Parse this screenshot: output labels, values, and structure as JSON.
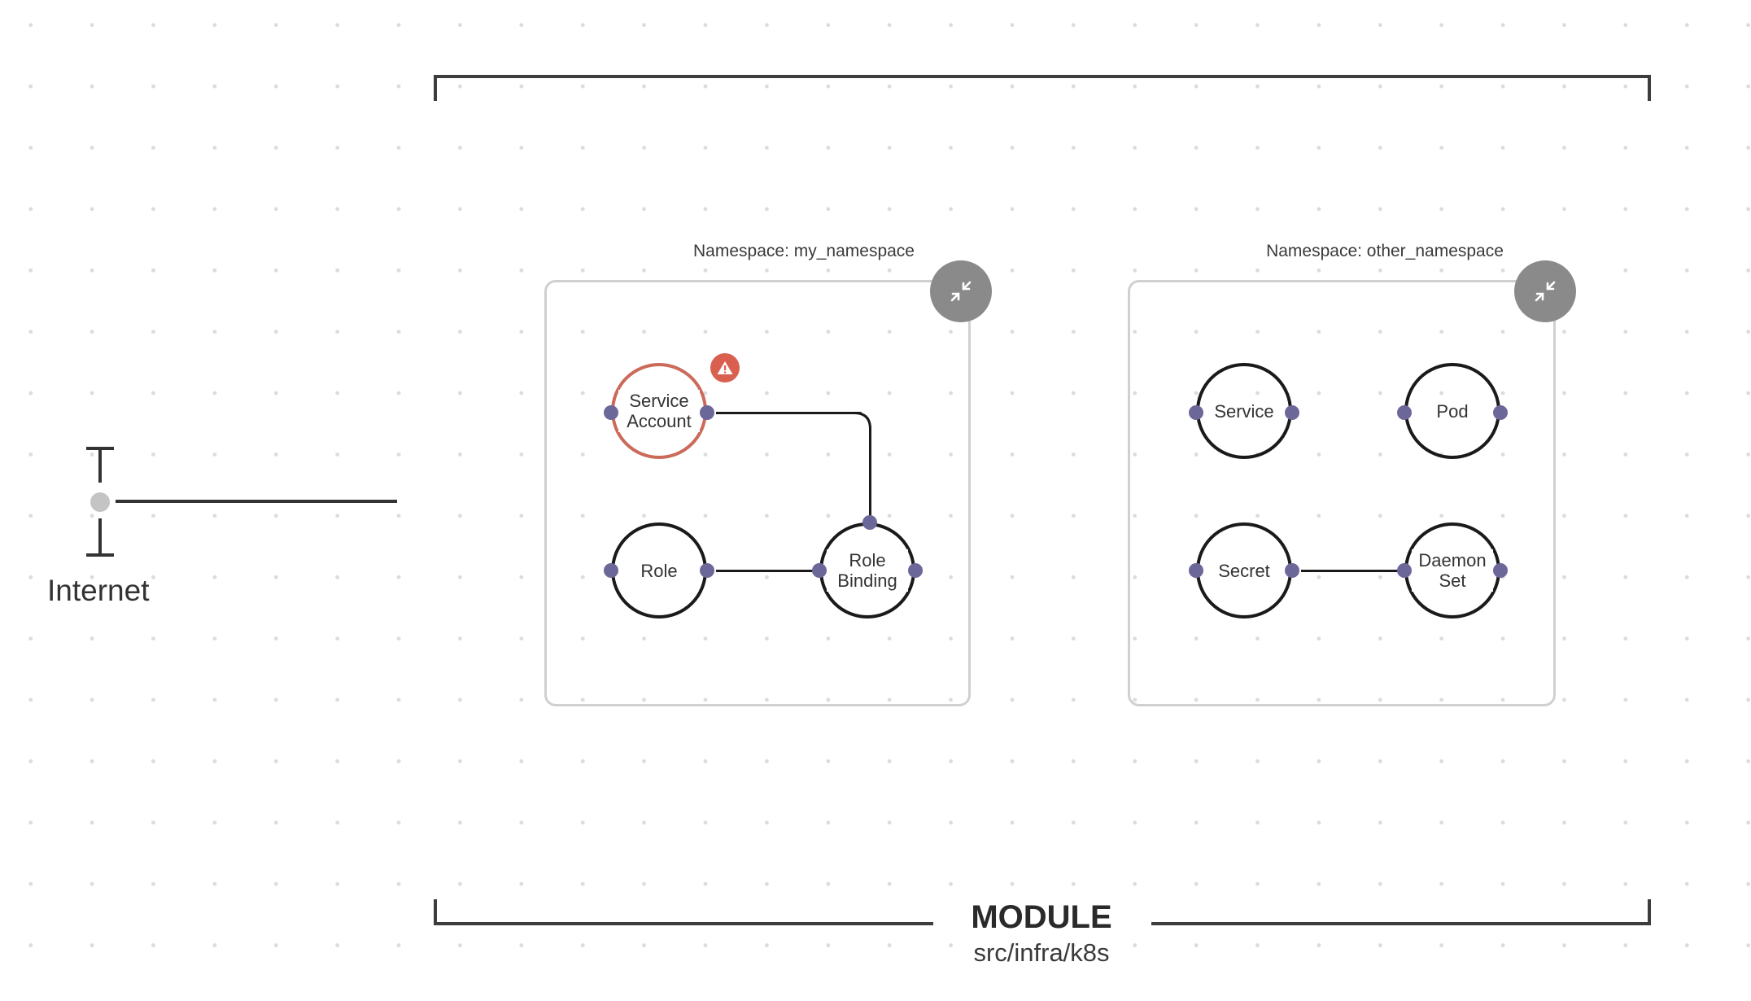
{
  "module": {
    "title": "MODULE",
    "path": "src/infra/k8s"
  },
  "internet": {
    "label": "Internet"
  },
  "namespaces": [
    {
      "label": "Namespace: my_namespace",
      "nodes": [
        {
          "label": "Service Account",
          "status": "warning"
        },
        {
          "label": "Role"
        },
        {
          "label": "Role Binding"
        }
      ]
    },
    {
      "label": "Namespace: other_namespace",
      "nodes": [
        {
          "label": "Service"
        },
        {
          "label": "Pod"
        },
        {
          "label": "Secret"
        },
        {
          "label": "Daemon Set"
        }
      ]
    }
  ],
  "colors": {
    "frame": "#3d3d3d",
    "namespace_border": "#d0d0d0",
    "node_border": "#1a1a1a",
    "warning_node_border": "#cc6a5a",
    "warning_badge": "#d9604f",
    "port": "#6b6799",
    "collapse_button": "#8a8a8a",
    "internet_dot": "#c4c4c4"
  },
  "icons": {
    "collapse": "collapse-arrows-icon",
    "warning": "warning-triangle-icon"
  }
}
